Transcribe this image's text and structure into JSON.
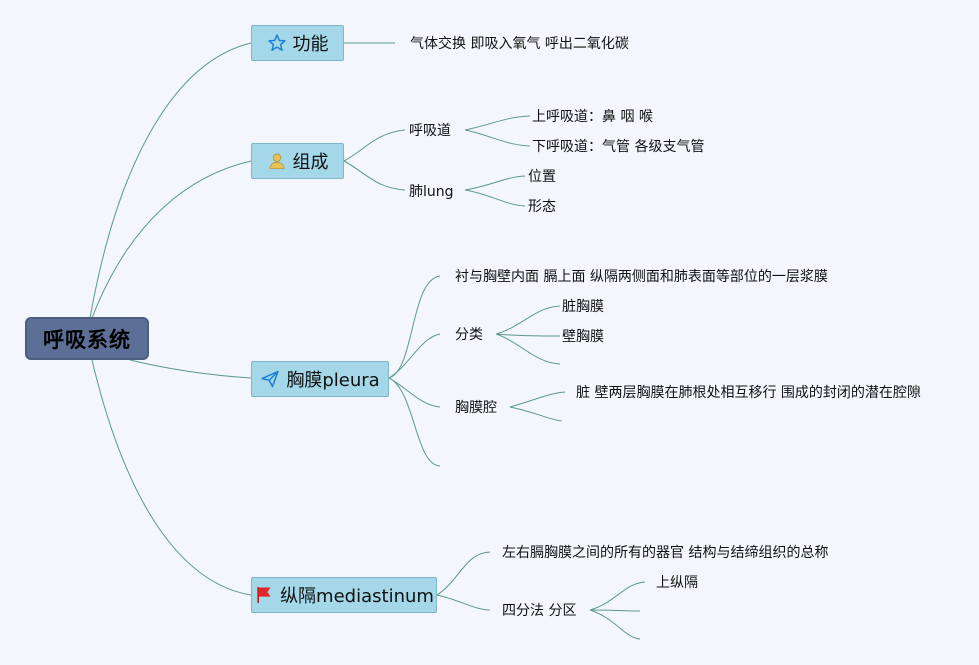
{
  "root": {
    "label": "呼吸系统"
  },
  "topics": {
    "function": {
      "label": "功能",
      "icon": "star-icon"
    },
    "composition": {
      "label": "组成",
      "icon": "user-icon"
    },
    "pleura": {
      "label": "胸膜pleura",
      "icon": "paper-plane-icon"
    },
    "mediastinum": {
      "label": "纵隔mediastinum",
      "icon": "red-flag-icon"
    }
  },
  "function": {
    "desc": "气体交换 即吸入氧气 呼出二氧化碳"
  },
  "composition": {
    "airway": {
      "label": "呼吸道",
      "upper": "上呼吸道：鼻 咽 喉",
      "lower": "下呼吸道：气管 各级支气管"
    },
    "lung": {
      "label": "肺lung",
      "position": "位置",
      "shape": "形态"
    }
  },
  "pleura": {
    "definition": "衬与胸壁内面 膈上面 纵隔两侧面和肺表面等部位的一层浆膜",
    "classification": {
      "label": "分类",
      "visceral": "脏胸膜",
      "parietal": "壁胸膜"
    },
    "cavity": {
      "label": "胸膜腔",
      "desc": "脏 壁两层胸膜在肺根处相互移行 围成的封闭的潜在腔隙"
    }
  },
  "mediastinum": {
    "definition": "左右膈胸膜之间的所有的器官 结构与结缔组织的总称",
    "division": {
      "label": "四分法 分区",
      "upper": "上纵隔"
    }
  },
  "colors": {
    "root_fill": "#5b6f97",
    "topic_fill": "#a4d8e9",
    "line": "#5c9a86",
    "background": "#f3f6fc"
  }
}
